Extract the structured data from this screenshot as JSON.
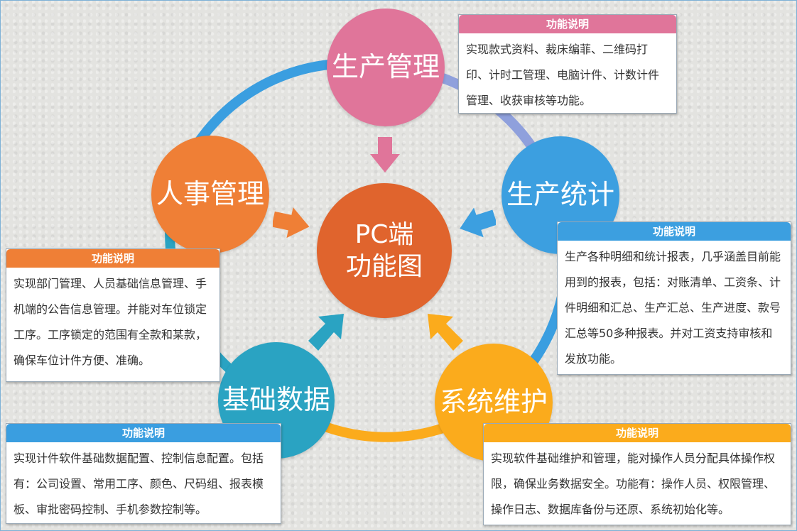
{
  "colors": {
    "production_mgmt": "#e0759a",
    "production_stats": "#3c9fe0",
    "hr_mgmt": "#ef7f36",
    "basic_data": "#2aa3c2",
    "system_maint": "#fbab1c",
    "center": "#e0642d",
    "ring_blue": "#3a9ee0",
    "ring_purple": "#8fa0dc",
    "ring_orange": "#fbab1c"
  },
  "center": {
    "line1": "PC端",
    "line2": "功能图"
  },
  "modules": {
    "production_mgmt": "生产管理",
    "production_stats": "生产统计",
    "hr_mgmt": "人事管理",
    "basic_data": "基础数据",
    "system_maint": "系统维护"
  },
  "boxes": {
    "production_mgmt": {
      "title": "功能说明",
      "text": "实现款式资料、裁床编菲、二维码打印、计时工管理、电脑计件、计数计件管理、收获审核等功能。"
    },
    "production_stats": {
      "title": "功能说明",
      "text": "生产各种明细和统计报表，几乎涵盖目前能用到的报表，包括：对账清单、工资条、计件明细和汇总、生产汇总、生产进度、款号汇总等50多种报表。并对工资支持审核和发放功能。"
    },
    "hr_mgmt": {
      "title": "功能说明",
      "text": "实现部门管理、人员基础信息管理、手机端的公告信息管理。并能对车位锁定工序。工序锁定的范围有全款和某款，确保车位计件方便、准确。"
    },
    "basic_data": {
      "title": "功能说明",
      "text": "实现计件软件基础数据配置、控制信息配置。包括有：公司设置、常用工序、颜色、尺码组、报表模板、审批密码控制、手机参数控制等。"
    },
    "system_maint": {
      "title": "功能说明",
      "text": "实现软件基础维护和管理，能对操作人员分配具体操作权限，确保业务数据安全。功能有：操作人员、权限管理、操作日志、数据库备份与还原、系统初始化等。"
    }
  }
}
